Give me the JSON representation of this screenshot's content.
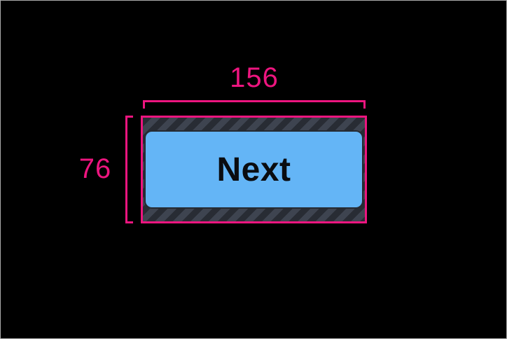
{
  "canvas": {
    "description": "layout-inspector measurement overlay on black screen"
  },
  "measurements": {
    "width": "156",
    "height": "76"
  },
  "button": {
    "label": "Next"
  },
  "colors": {
    "accent": "#ed157f",
    "canvas_bg": "#000000",
    "frame_border": "#ababab",
    "button_fill": "#64b5f6",
    "button_text": "#0a0c10",
    "button_edge": "#252a32",
    "hatch_base": "#3e4450",
    "hatch_stripe": "#282c34"
  }
}
